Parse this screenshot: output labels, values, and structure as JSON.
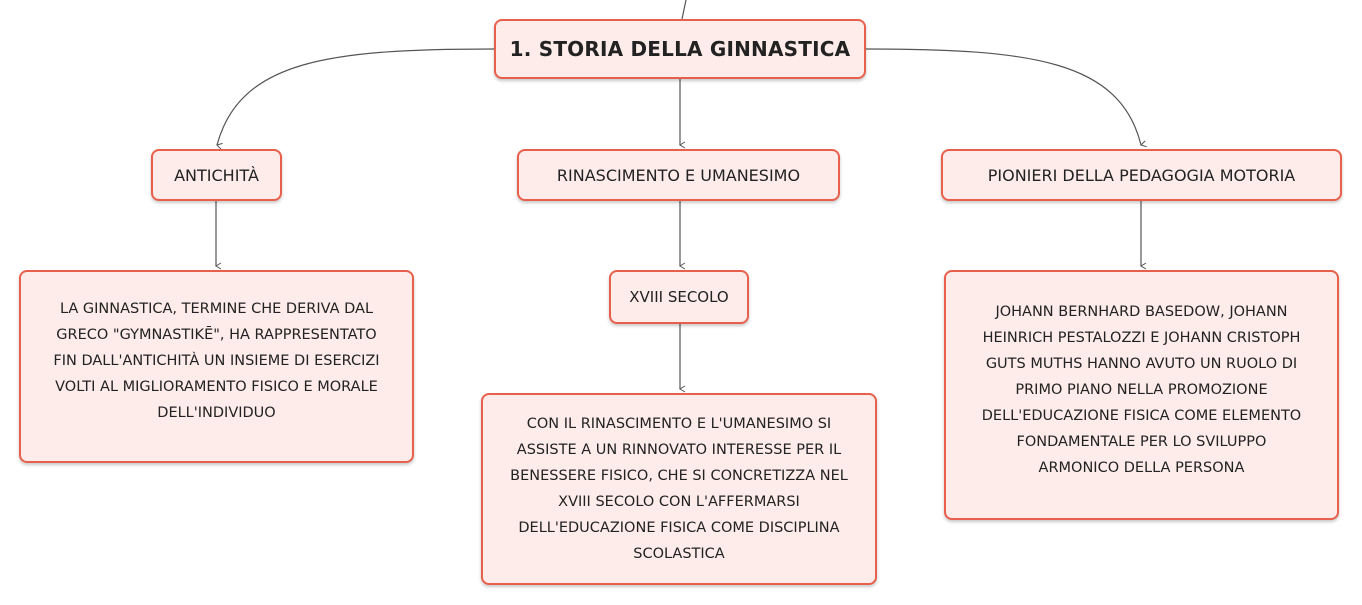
{
  "mindmap": {
    "root": {
      "label": "1. STORIA DELLA GINNASTICA"
    },
    "topics": {
      "antiquity": {
        "label": "ANTICHITÀ",
        "description": "LA GINNASTICA, TERMINE CHE DERIVA DAL\nGRECO \"GYMNASTIKĒ\", HA RAPPRESENTATO\nFIN DALL'ANTICHITÀ UN INSIEME DI ESERCIZI\nVOLTI AL MIGLIORAMENTO FISICO E MORALE\nDELL'INDIVIDUO"
      },
      "renaissance": {
        "label": "RINASCIMENTO E UMANESIMO",
        "subtopic": "XVIII SECOLO",
        "description": "CON IL RINASCIMENTO E L'UMANESIMO SI\nASSISTE A UN RINNOVATO INTERESSE PER IL\nBENESSERE FISICO, CHE SI CONCRETIZZA NEL\nXVIII SECOLO CON L'AFFERMARSI\nDELL'EDUCAZIONE FISICA COME DISCIPLINA\nSCOLASTICA"
      },
      "pioneers": {
        "label": "PIONIERI DELLA PEDAGOGIA MOTORIA",
        "description": "JOHANN BERNHARD BASEDOW, JOHANN\nHEINRICH PESTALOZZI E JOHANN CRISTOPH\nGUTS MUTHS HANNO AVUTO UN RUOLO DI\nPRIMO PIANO NELLA PROMOZIONE\nDELL'EDUCAZIONE FISICA COME ELEMENTO\nFONDAMENTALE PER LO SVILUPPO\nARMONICO DELLA PERSONA"
      }
    },
    "colors": {
      "node_fill": "#fdecea",
      "node_border": "#e8604c",
      "connector": "#555555"
    }
  }
}
